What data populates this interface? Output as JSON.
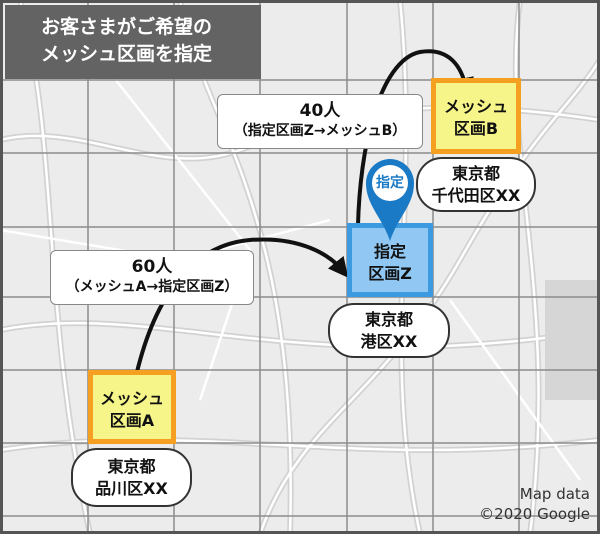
{
  "title": {
    "line1": "お客さまがご希望の",
    "line2": "メッシュ区画を指定"
  },
  "flows": [
    {
      "count": "40人",
      "route": "（指定区画Z→メッシュB）"
    },
    {
      "count": "60人",
      "route": "（メッシュA→指定区画Z）"
    }
  ],
  "meshes": {
    "a": {
      "line1": "メッシュ",
      "line2": "区画A",
      "area1": "東京都",
      "area2": "品川区XX"
    },
    "b": {
      "line1": "メッシュ",
      "line2": "区画B",
      "area1": "東京都",
      "area2": "千代田区XX"
    },
    "z": {
      "line1": "指定",
      "line2": "区画Z",
      "area1": "東京都",
      "area2": "港区XX",
      "pin": "指定"
    }
  },
  "credit": {
    "line1": "Map data",
    "line2": "©2020 Google"
  },
  "colors": {
    "mesh_fill": "#f6f58a",
    "mesh_border": "#f5a020",
    "target_fill": "#90c8f3",
    "target_border": "#3d9ae0",
    "pin": "#1a7ac6"
  }
}
